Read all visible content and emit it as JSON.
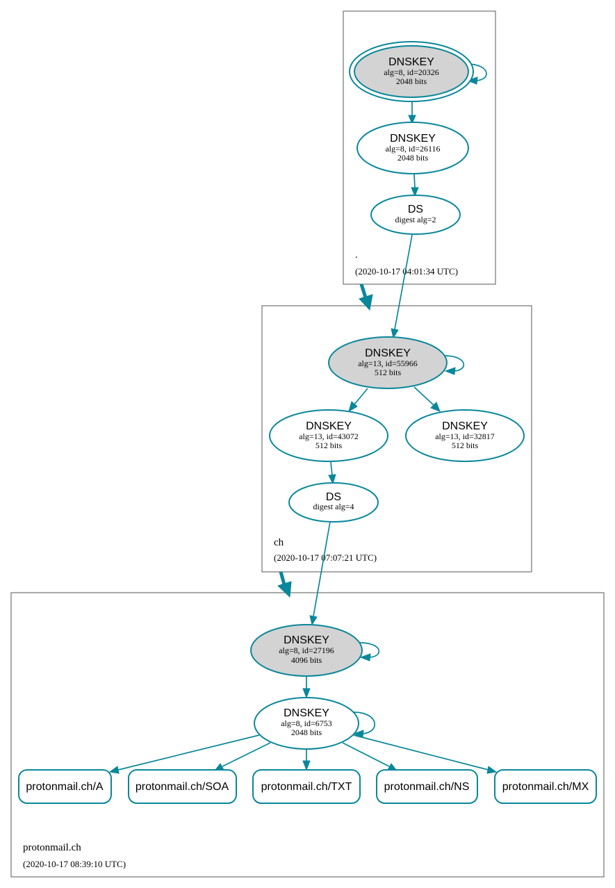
{
  "zones": [
    {
      "id": "root",
      "name": ".",
      "timestamp": "(2020-10-17 04:01:34 UTC)"
    },
    {
      "id": "ch",
      "name": "ch",
      "timestamp": "(2020-10-17 07:07:21 UTC)"
    },
    {
      "id": "protonmail",
      "name": "protonmail.ch",
      "timestamp": "(2020-10-17 08:39:10 UTC)"
    }
  ],
  "nodes": {
    "root_ksk": {
      "type": "DNSKEY",
      "line1": "alg=8, id=20326",
      "line2": "2048 bits"
    },
    "root_zsk": {
      "type": "DNSKEY",
      "line1": "alg=8, id=26116",
      "line2": "2048 bits"
    },
    "root_ds": {
      "type": "DS",
      "line1": "digest alg=2"
    },
    "ch_ksk": {
      "type": "DNSKEY",
      "line1": "alg=13, id=55966",
      "line2": "512 bits"
    },
    "ch_zsk1": {
      "type": "DNSKEY",
      "line1": "alg=13, id=43072",
      "line2": "512 bits"
    },
    "ch_zsk2": {
      "type": "DNSKEY",
      "line1": "alg=13, id=32817",
      "line2": "512 bits"
    },
    "ch_ds": {
      "type": "DS",
      "line1": "digest alg=4"
    },
    "pm_ksk": {
      "type": "DNSKEY",
      "line1": "alg=8, id=27196",
      "line2": "4096 bits"
    },
    "pm_zsk": {
      "type": "DNSKEY",
      "line1": "alg=8, id=6753",
      "line2": "2048 bits"
    }
  },
  "records": [
    "protonmail.ch/A",
    "protonmail.ch/SOA",
    "protonmail.ch/TXT",
    "protonmail.ch/NS",
    "protonmail.ch/MX"
  ],
  "colors": {
    "edge": "#0a879a",
    "ksk_fill": "#d3d3d3",
    "border": "#555555"
  }
}
